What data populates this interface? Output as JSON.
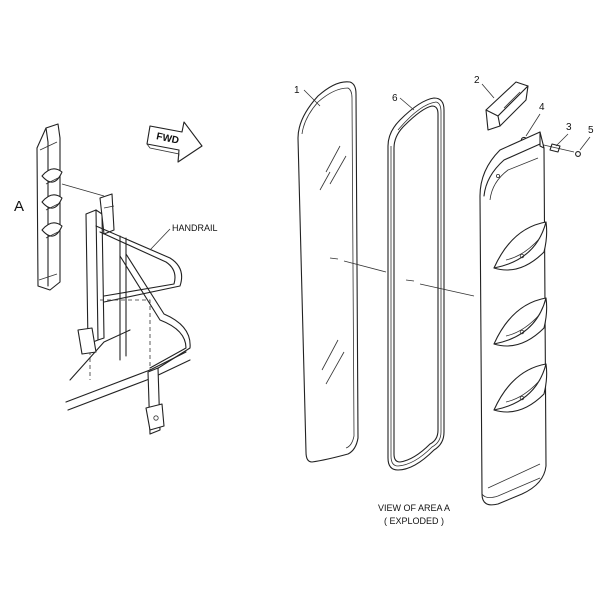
{
  "labels": {
    "area_letter": "A",
    "fwd": "FWD",
    "handrail": "HANDRAIL",
    "view_line1": "VIEW OF AREA A",
    "view_line2": "( EXPLODED )"
  },
  "callouts": {
    "c1": "1",
    "c2": "2",
    "c3": "3",
    "c4": "4",
    "c5": "5",
    "c6": "6"
  },
  "colors": {
    "line": "#222222",
    "shade": "#d9d9d9",
    "background": "#ffffff"
  }
}
